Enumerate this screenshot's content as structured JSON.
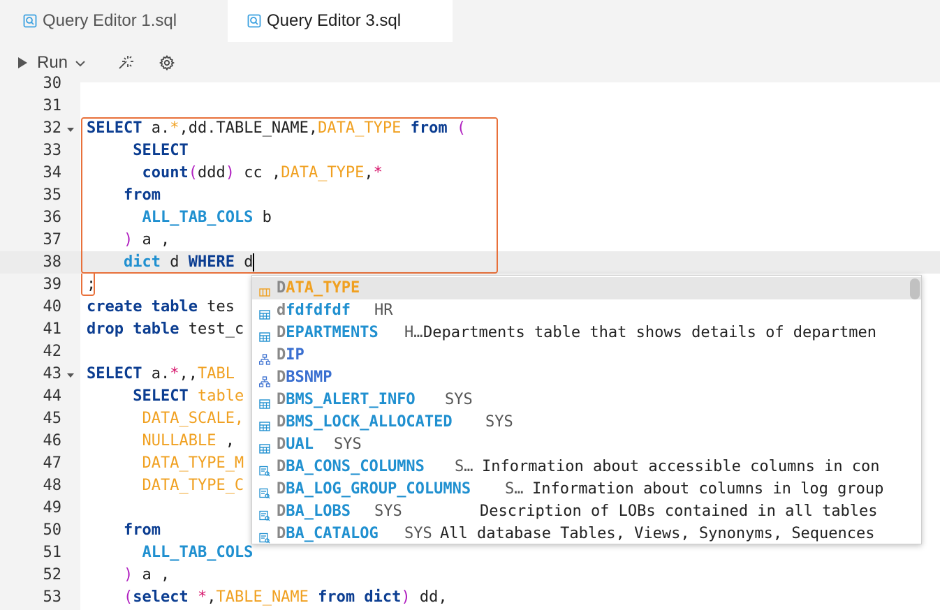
{
  "tabs": [
    {
      "label": "Query Editor 1.sql",
      "active": false
    },
    {
      "label": "Query Editor 3.sql",
      "active": true
    }
  ],
  "toolbar": {
    "run_label": "Run"
  },
  "line_numbers": [
    "30",
    "31",
    "32",
    "33",
    "34",
    "35",
    "36",
    "37",
    "38",
    "39",
    "40",
    "41",
    "42",
    "43",
    "44",
    "45",
    "46",
    "47",
    "48",
    "49",
    "50",
    "51",
    "52",
    "53"
  ],
  "code": {
    "l32": {
      "kw1": "SELECT",
      "t1": " a.",
      "star": "*",
      "t2": ",dd.TABLE_NAME,",
      "col": "DATA_TYPE",
      "sp": " ",
      "kw2": "from",
      "sp2": " ",
      "paren": "("
    },
    "l33": {
      "kw": "SELECT"
    },
    "l34": {
      "fn": "count",
      "p1": "(",
      "t1": "ddd",
      "p2": ")",
      "t2": " cc ,",
      "col": "DATA_TYPE",
      "t3": ",",
      "star": "*"
    },
    "l35": {
      "kw": "from"
    },
    "l36": {
      "tb": "ALL_TAB_COLS",
      "t": " b"
    },
    "l37": {
      "p": ")",
      "t": " a ,"
    },
    "l38": {
      "tb": "dict",
      "t1": " d ",
      "kw": "WHERE",
      "t2": " d"
    },
    "l39": {
      "t": ";"
    },
    "l40": {
      "kw1": "create",
      "kw2": "table",
      "t": " tes"
    },
    "l41": {
      "kw1": "drop",
      "kw2": "table",
      "t": " test_c"
    },
    "l43": {
      "kw": "SELECT",
      "t1": " a.",
      "star": "*",
      "t2": ",,",
      "col": "TABL"
    },
    "l44": {
      "kw": "SELECT",
      "col": "table"
    },
    "l45": {
      "col": "DATA_SCALE,"
    },
    "l46": {
      "col": "NULLABLE",
      "t": " ,"
    },
    "l47": {
      "col": "DATA_TYPE_M"
    },
    "l48": {
      "col": "DATA_TYPE_C"
    },
    "l50": {
      "kw": "from"
    },
    "l51": {
      "tb": "ALL_TAB_COLS"
    },
    "l52": {
      "p": ")",
      "t": " a ,"
    },
    "l53": {
      "p1": "(",
      "kw1": "select",
      "star": " *",
      "t1": ",",
      "col": "TABLE_NAME",
      "sp": " ",
      "kw2": "from",
      "sp2": " ",
      "tb": "dict",
      "p2": ")",
      "t2": " dd,"
    }
  },
  "suggestions": [
    {
      "icon": "column-icon",
      "hl": "D",
      "rest": "ATA_TYPE",
      "owner": "",
      "desc": "",
      "color": "#f0a020"
    },
    {
      "icon": "table-icon",
      "hl": "d",
      "rest": "fdfdfdf",
      "owner": "HR",
      "desc": "",
      "color": "#2090d0"
    },
    {
      "icon": "table-icon",
      "hl": "D",
      "rest": "EPARTMENTS",
      "owner": "H…",
      "desc": "Departments table that shows details of departmen",
      "color": "#2090d0"
    },
    {
      "icon": "schema-icon",
      "hl": "D",
      "rest": "IP",
      "owner": "",
      "desc": "",
      "color": "#3a6fd0"
    },
    {
      "icon": "schema-icon",
      "hl": "D",
      "rest": "BSNMP",
      "owner": "",
      "desc": "",
      "color": "#3a6fd0"
    },
    {
      "icon": "table-icon",
      "hl": "D",
      "rest": "BMS_ALERT_INFO",
      "owner": "SYS",
      "desc": "",
      "color": "#2090d0"
    },
    {
      "icon": "table-icon",
      "hl": "D",
      "rest": "BMS_LOCK_ALLOCATED",
      "owner": "SYS",
      "desc": "",
      "color": "#2090d0"
    },
    {
      "icon": "table-icon",
      "hl": "D",
      "rest": "UAL",
      "owner": "SYS",
      "desc": "",
      "color": "#2090d0"
    },
    {
      "icon": "view-icon",
      "hl": "D",
      "rest": "BA_CONS_COLUMNS",
      "owner": "S…",
      "desc": "Information about accessible columns in con",
      "color": "#2090d0"
    },
    {
      "icon": "view-icon",
      "hl": "D",
      "rest": "BA_LOG_GROUP_COLUMNS",
      "owner": "S…",
      "desc": "Information about columns in log group",
      "color": "#2090d0"
    },
    {
      "icon": "view-icon",
      "hl": "D",
      "rest": "BA_LOBS",
      "owner": "SYS",
      "desc": "Description of LOBs contained in all tables",
      "color": "#2090d0"
    },
    {
      "icon": "view-icon",
      "hl": "D",
      "rest": "BA_CATALOG",
      "owner": "SYS",
      "desc": "All database Tables, Views, Synonyms, Sequences",
      "color": "#2090d0"
    }
  ]
}
